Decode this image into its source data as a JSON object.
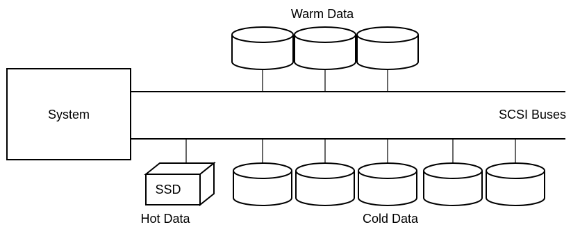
{
  "diagram": {
    "system_label": "System",
    "bus_label": "SCSI Buses",
    "ssd_label": "SSD",
    "warm_label": "Warm Data",
    "hot_label": "Hot Data",
    "cold_label": "Cold Data",
    "warm_disk_count": 3,
    "cold_disk_count": 5
  },
  "colors": {
    "line": "#000000",
    "background": "#ffffff"
  }
}
